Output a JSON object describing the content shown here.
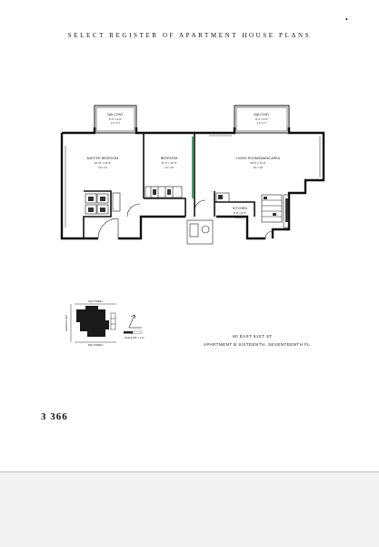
{
  "header": {
    "title": "SELECT REGISTER OF APARTMENT HOUSE PLANS"
  },
  "rooms": {
    "balcony_left": {
      "name": "BALCONY",
      "dims_ft": "5'-4\" x 9'-0\"",
      "dims_m": "1.6 x 2.7"
    },
    "balcony_right": {
      "name": "BALCONY",
      "dims_ft": "5'-4\" x 9'-0\"",
      "dims_m": "1.6 x 2.7"
    },
    "master_bedroom": {
      "name": "MASTER BEDROOM",
      "dims_ft": "15'-11\" x 13'-6\"",
      "dims_m": "4.9 x 4.1"
    },
    "bedroom": {
      "name": "BEDROOM",
      "dims_ft": "11'-3\" x 12'-5\"",
      "dims_m": "3.4 x 3.8"
    },
    "living": {
      "name": "LIVING ROOM/DINING AREA",
      "dims_ft": "26'-6\" x 12'-6\"",
      "dims_m": "8.1 x 3.8"
    },
    "kitchen": {
      "name": "KITCHEN",
      "dims_ft": "8'-0\" x 8'-3\"",
      "dims_m": "2.4 x 2.5"
    }
  },
  "key_plan": {
    "street_top": "61st STREET",
    "street_bottom": "60th STREET",
    "avenue": "MADISON AVE",
    "scale": "SCALE 1/8\" = 1'-0\""
  },
  "address": {
    "line1": "60 EAST 61st ST",
    "line2": "APARTMENT B  SIXTEENTH, SEVENTEENTH FL"
  },
  "page_number": "3 366"
}
